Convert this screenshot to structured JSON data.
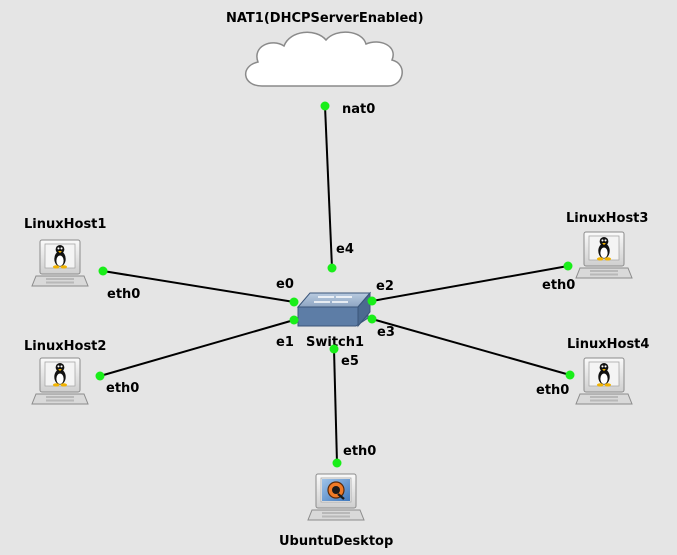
{
  "canvas": {
    "background": "#e5e5e5"
  },
  "colors": {
    "link": "#000000",
    "port": "#19ee19",
    "cloud_fill": "#ffffff",
    "cloud_stroke": "#8a8a8a"
  },
  "nodes": {
    "nat": {
      "label": "NAT1(DHCPServerEnabled)",
      "icon": "cloud-icon"
    },
    "switch": {
      "label": "Switch1",
      "icon": "switch-icon"
    },
    "host1": {
      "label": "LinuxHost1",
      "icon": "linux-host-icon"
    },
    "host2": {
      "label": "LinuxHost2",
      "icon": "linux-host-icon"
    },
    "host3": {
      "label": "LinuxHost3",
      "icon": "linux-host-icon"
    },
    "host4": {
      "label": "LinuxHost4",
      "icon": "linux-host-icon"
    },
    "desktop": {
      "label": "UbuntuDesktop",
      "icon": "ubuntu-desktop-icon"
    }
  },
  "links": [
    {
      "id": "nat-switch",
      "from_port": "nat0",
      "to_port": "e4"
    },
    {
      "id": "host1-switch",
      "from_port": "eth0",
      "to_port": "e0"
    },
    {
      "id": "host2-switch",
      "from_port": "eth0",
      "to_port": "e1"
    },
    {
      "id": "host3-switch",
      "from_port": "eth0",
      "to_port": "e2"
    },
    {
      "id": "host4-switch",
      "from_port": "eth0",
      "to_port": "e3"
    },
    {
      "id": "desktop-switch",
      "from_port": "eth0",
      "to_port": "e5"
    }
  ]
}
